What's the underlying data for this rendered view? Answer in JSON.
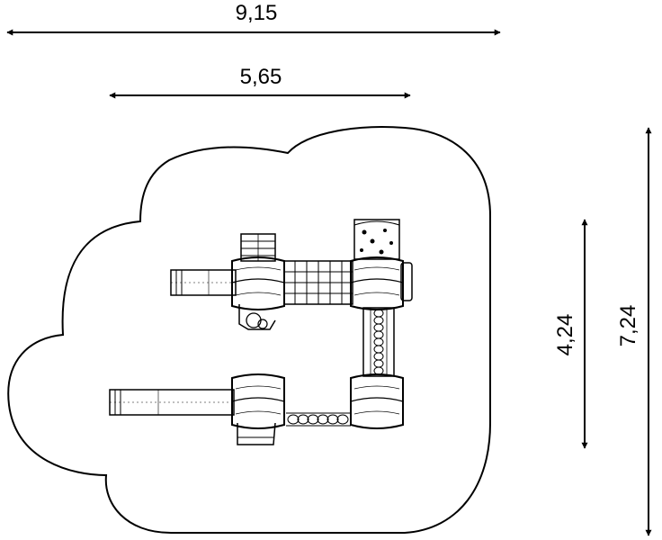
{
  "dimensions": {
    "overall_width": "9,15",
    "structure_width": "5,65",
    "structure_depth": "4,24",
    "overall_depth": "7,24"
  },
  "colors": {
    "line": "#000000",
    "fill": "#ffffff"
  }
}
